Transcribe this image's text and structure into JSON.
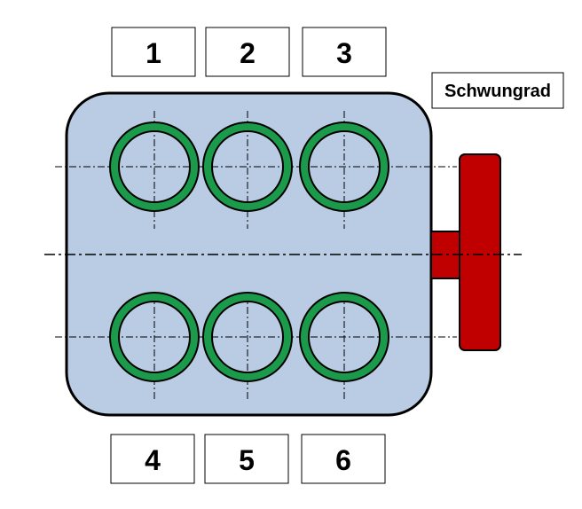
{
  "colors": {
    "block_fill": "#b9cce4",
    "block_stroke": "#000000",
    "cylinder_ring": "#1a9a4a",
    "cylinder_ring_dark": "#000000",
    "flywheel": "#c00000"
  },
  "cylinders": {
    "top": [
      {
        "label": "1"
      },
      {
        "label": "2"
      },
      {
        "label": "3"
      }
    ],
    "bottom": [
      {
        "label": "4"
      },
      {
        "label": "5"
      },
      {
        "label": "6"
      }
    ]
  },
  "flywheel": {
    "label": "Schwungrad"
  }
}
